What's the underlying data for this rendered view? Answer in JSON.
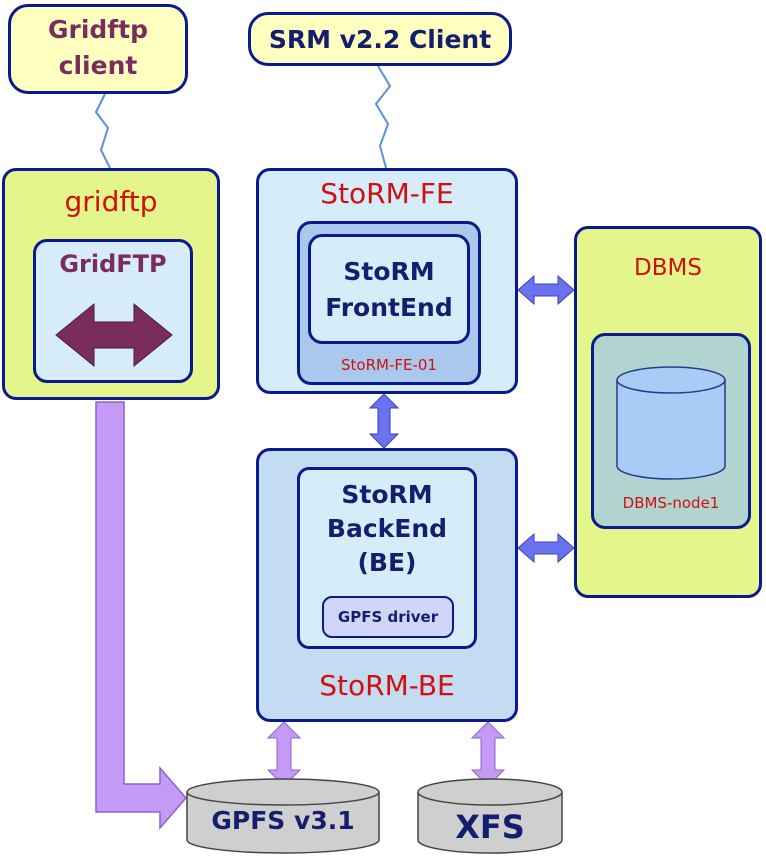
{
  "gridftp_client": {
    "line1": "Gridftp",
    "line2": "client"
  },
  "srm_client": {
    "label": "SRM v2.2 Client"
  },
  "gridftp_node": {
    "title": "gridftp",
    "inner_label": "GridFTP"
  },
  "storm_fe": {
    "title": "StoRM-FE",
    "inner_line1": "StoRM",
    "inner_line2": "FrontEnd",
    "host": "StoRM-FE-01"
  },
  "dbms": {
    "title": "DBMS",
    "host": "DBMS-node1"
  },
  "storm_be": {
    "line1": "StoRM",
    "line2": "BackEnd",
    "line3": "(BE)",
    "driver": "GPFS driver",
    "title": "StoRM-BE"
  },
  "storage": {
    "gpfs": "GPFS v3.1",
    "xfs": "XFS"
  },
  "colors": {
    "callout_fill": "#ffffc0",
    "node_green": "#e4f58c",
    "node_blue": "#d6ecf8",
    "border_navy": "#0a1a8c",
    "title_red": "#d01010",
    "text_navy": "#141e6e",
    "gridftp_purple": "#7a2d5c",
    "arrow_blue": "#6a72ee",
    "arrow_lilac": "#c49af6",
    "disk_gray": "#cfcfcf"
  }
}
